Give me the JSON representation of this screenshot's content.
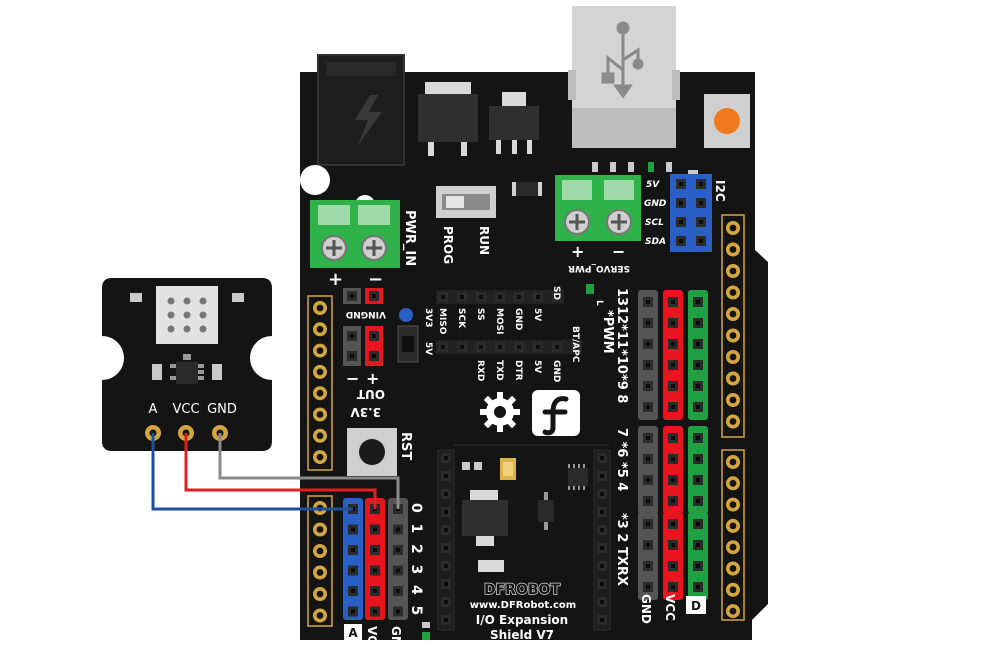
{
  "sensor": {
    "pin_labels": [
      "A",
      "VCC",
      "GND"
    ]
  },
  "board": {
    "brand": "DFROBOT",
    "website": "www.DFRobot.com",
    "model_line1": "I/O Expansion",
    "model_line2": "Shield V7",
    "pwr_in": "PWR_IN",
    "servo_pwr": "SERVO_PWR",
    "prog": "PROG",
    "run": "RUN",
    "rst": "RST",
    "i2c": "I2C",
    "i2c_pins": [
      "5V",
      "GND",
      "SCL",
      "SDA"
    ],
    "vin_gnd": "VINGND",
    "out_3v3": "3.3V",
    "out_word": "OUT",
    "volt_3v3": "3V3",
    "volt_5v": "5V",
    "header_top": [
      "MISO",
      "SCK",
      "SS",
      "MOSI",
      "GND",
      "5V",
      "SD"
    ],
    "header_bottom": [
      "RXD",
      "TXD",
      "DTR",
      "5V",
      "GND",
      "BT/APC"
    ],
    "pwm_label": "*PWM",
    "digital_group1": "1312*11*10*9 8",
    "digital_group2": "7 *6 *5 4",
    "digital_group3": "*3 2 TXRX",
    "gnd": "GND",
    "vcc": "VCC",
    "digital_badge": "D",
    "analog_pins": [
      "0",
      "1",
      "2",
      "3",
      "4",
      "5"
    ],
    "analog_badge": "A",
    "analog_vcc": "VCC",
    "analog_gnd": "GND",
    "plus": "+",
    "minus": "−",
    "led_l": "L"
  },
  "wires": [
    {
      "name": "signal",
      "color": "#1f4e9c"
    },
    {
      "name": "power",
      "color": "#e02020"
    },
    {
      "name": "ground",
      "color": "#8a8a8a"
    }
  ],
  "colors": {
    "board": "#141414",
    "terminal": "#2fb24a",
    "pin_red": "#e8141e",
    "pin_blue": "#2a5fc8",
    "pin_green": "#1fa043",
    "pin_gray": "#555555",
    "gold": "#d4a640",
    "reset_orange": "#ef7a1c"
  }
}
